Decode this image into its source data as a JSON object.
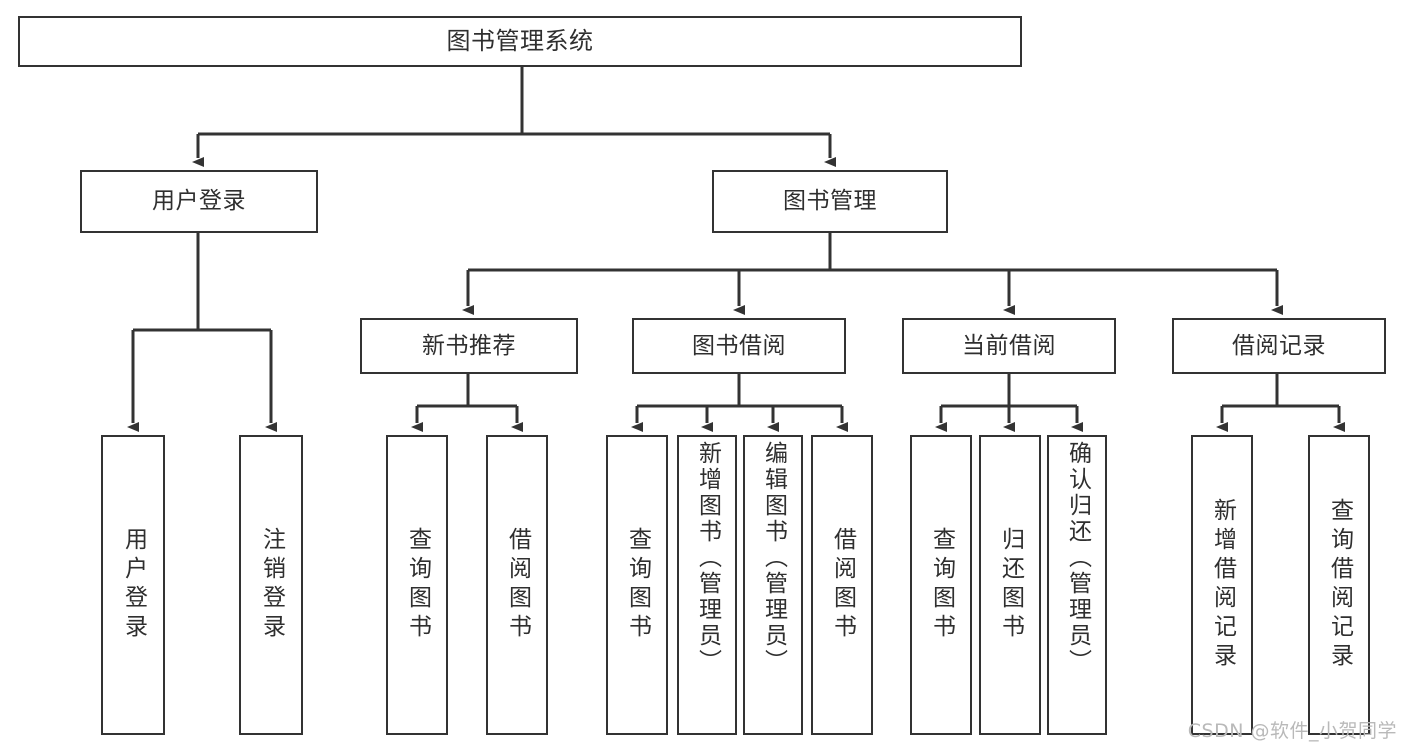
{
  "diagram": {
    "type": "tree",
    "title": "图书管理系统",
    "root": {
      "id": "root",
      "label": "图书管理系统",
      "orientation": "horizontal"
    },
    "level2": [
      {
        "id": "user-login",
        "label": "用户登录",
        "orientation": "horizontal"
      },
      {
        "id": "book-management",
        "label": "图书管理",
        "orientation": "horizontal"
      }
    ],
    "level3": [
      {
        "id": "new-book-recommend",
        "label": "新书推荐",
        "orientation": "horizontal",
        "parent": "book-management"
      },
      {
        "id": "book-borrow",
        "label": "图书借阅",
        "orientation": "horizontal",
        "parent": "book-management"
      },
      {
        "id": "current-borrow",
        "label": "当前借阅",
        "orientation": "horizontal",
        "parent": "book-management"
      },
      {
        "id": "borrow-record",
        "label": "借阅记录",
        "orientation": "horizontal",
        "parent": "book-management"
      }
    ],
    "leaves": [
      {
        "id": "leaf-user-login",
        "label": "用户登录",
        "parent": "user-login",
        "orientation": "vertical"
      },
      {
        "id": "leaf-user-logout",
        "label": "注销登录",
        "parent": "user-login",
        "orientation": "vertical"
      },
      {
        "id": "leaf-query-book-1",
        "label": "查询图书",
        "parent": "new-book-recommend",
        "orientation": "vertical"
      },
      {
        "id": "leaf-borrow-book-1",
        "label": "借阅图书",
        "parent": "new-book-recommend",
        "orientation": "vertical"
      },
      {
        "id": "leaf-query-book-2",
        "label": "查询图书",
        "parent": "book-borrow",
        "orientation": "vertical"
      },
      {
        "id": "leaf-add-book",
        "label": "新增图书（管理员）",
        "parent": "book-borrow",
        "orientation": "vertical"
      },
      {
        "id": "leaf-edit-book",
        "label": "编辑图书（管理员）",
        "parent": "book-borrow",
        "orientation": "vertical"
      },
      {
        "id": "leaf-borrow-book-2",
        "label": "借阅图书",
        "parent": "book-borrow",
        "orientation": "vertical"
      },
      {
        "id": "leaf-query-book-3",
        "label": "查询图书",
        "parent": "current-borrow",
        "orientation": "vertical"
      },
      {
        "id": "leaf-return-book",
        "label": "归还图书",
        "parent": "current-borrow",
        "orientation": "vertical"
      },
      {
        "id": "leaf-confirm-return",
        "label": "确认归还（管理员）",
        "parent": "current-borrow",
        "orientation": "vertical"
      },
      {
        "id": "leaf-add-record",
        "label": "新增借阅记录",
        "parent": "borrow-record",
        "orientation": "vertical"
      },
      {
        "id": "leaf-query-record",
        "label": "查询借阅记录",
        "parent": "borrow-record",
        "orientation": "vertical"
      }
    ],
    "colors": {
      "stroke": "#333333",
      "fill": "#ffffff",
      "text": "#2f2f2f",
      "watermark": "#b9b9b9"
    }
  },
  "watermark": {
    "text": "CSDN @软件_小贺同学"
  }
}
